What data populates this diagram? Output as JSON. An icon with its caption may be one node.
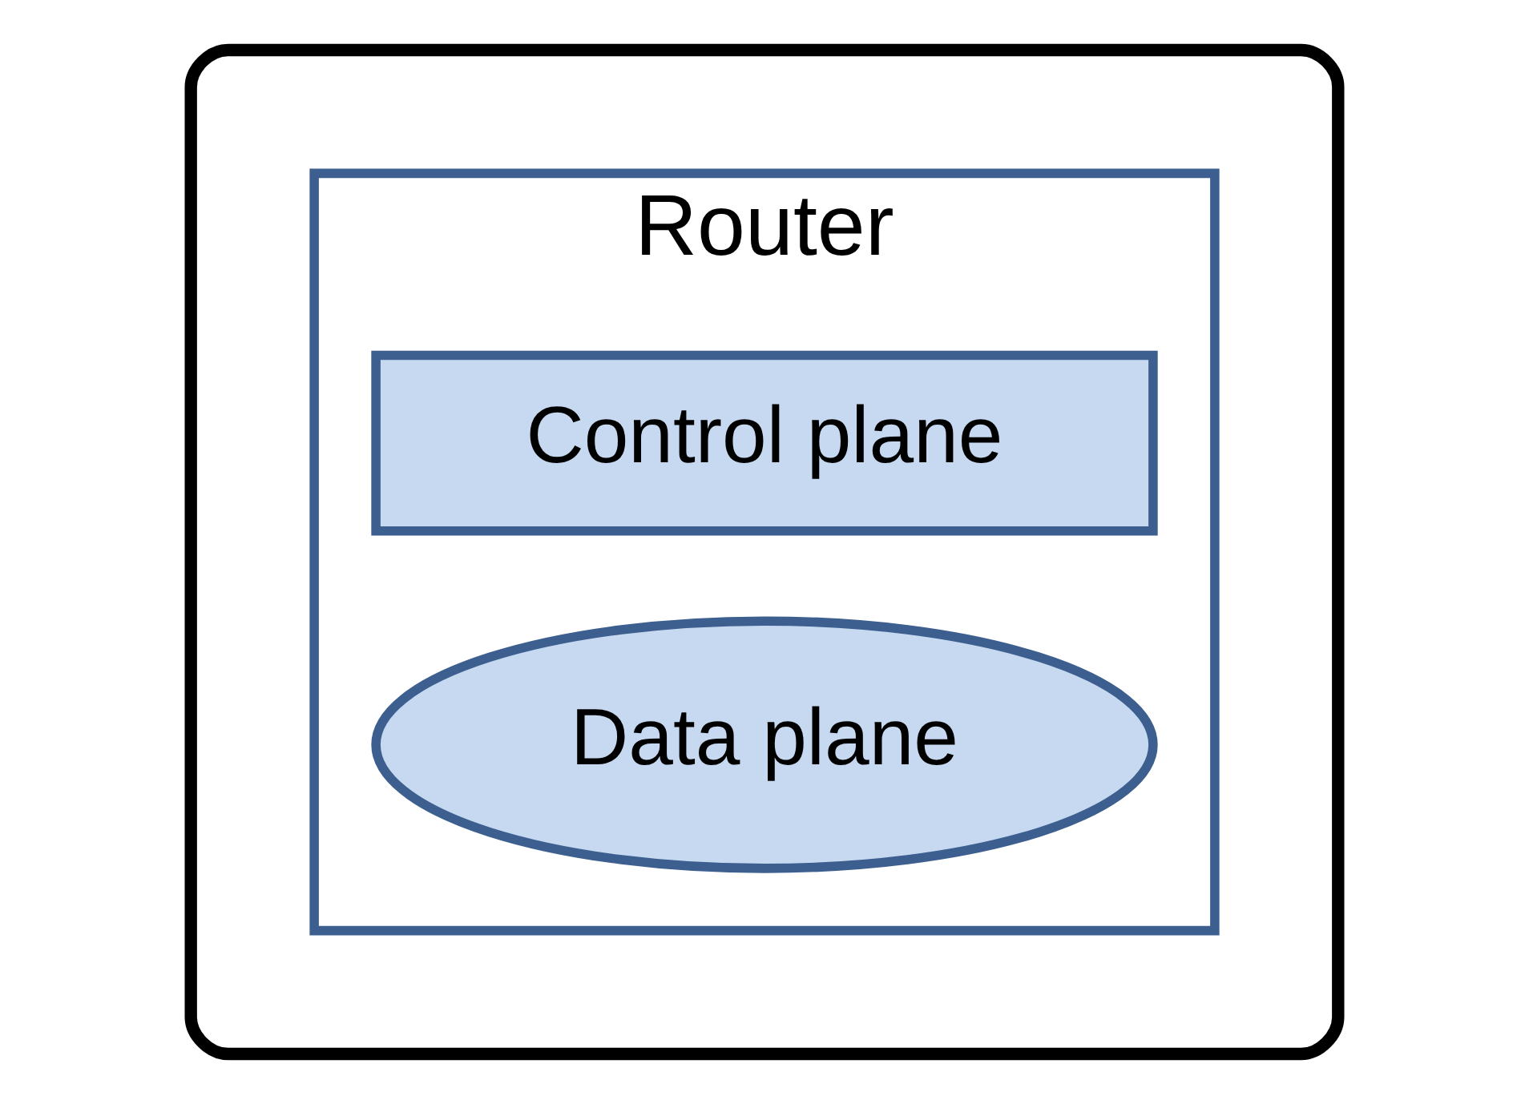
{
  "diagram": {
    "nodes": [
      {
        "text": [],
        "shape": "cloud"
      },
      {
        "text": [
          "Router"
        ],
        "in": 0
      },
      {
        "text": [
          "Control plane"
        ],
        "in": 1
      },
      {
        "text": [
          "Data plane"
        ],
        "in": 1
      }
    ]
  }
}
